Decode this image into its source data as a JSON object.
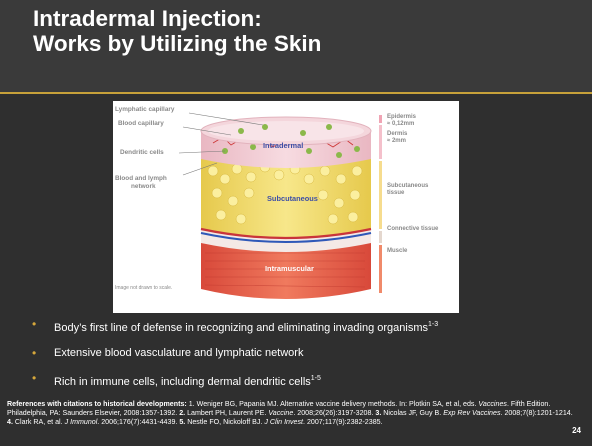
{
  "slide": {
    "title_line1": "Intradermal Injection:",
    "title_line2": "Works by Utilizing the Skin",
    "page_number": "24"
  },
  "figure": {
    "labels": {
      "lymphatic_capillary": "Lymphatic capillary",
      "blood_capillary": "Blood capillary",
      "dendritic_cells": "Dendritic cells",
      "blood_lymph_1": "Blood and lymph",
      "blood_lymph_2": "network",
      "intradermal": "Intradermal",
      "subcutaneous": "Subcutaneous",
      "intramuscular": "Intramuscular",
      "epidermis_1": "Epidermis",
      "epidermis_2": "≈ 0,12mm",
      "dermis_1": "Dermis",
      "dermis_2": "≈ 2mm",
      "subcut_tissue_1": "Subcutaneous",
      "subcut_tissue_2": "tissue",
      "connective": "Connective tissue",
      "muscle": "Muscle",
      "scale_note": "Image not drawn to scale."
    },
    "colors": {
      "dermis": "#efc7cf",
      "fat": "#f2de6c",
      "muscle": "#e8604a",
      "bracket": "#f6dc8e",
      "bracket_muscle": "#f08a6a"
    }
  },
  "bullets": {
    "b1_text": "Body’s first line of defense in recognizing and eliminating invading organisms",
    "b1_sup": "1-3",
    "b2_text": "Extensive blood vasculature and lymphatic network",
    "b3_text": "Rich in immune cells, including dermal dendritic cells",
    "b3_sup": "1-5"
  },
  "references": {
    "heading": "References with citations to historical developments:",
    "r1a": " 1. Weniger BG, Papania MJ. Alternative vaccine delivery methods. In: Plotkin SA, et al, eds. ",
    "r1_journal": "Vaccines",
    "r1b": ". Fifth Edition. Philadelphia, PA: Saunders Elsevier, 2008:1357-1392. ",
    "r2_num": "2.",
    "r2a": " Lambert PH, Laurent PE. ",
    "r2_journal": "Vaccine",
    "r2b": ". 2008;26(26):3197-3208. ",
    "r3_num": "3.",
    "r3a": " Nicolas JF, Guy B. ",
    "r3_journal": "Exp Rev Vaccines",
    "r3b": ". 2008;7(8):1201-1214. ",
    "r4_num": "4.",
    "r4a": " Clark RA, et al. ",
    "r4_journal": "J Immunol",
    "r4b": ". 2006;176(7):4431-4439. ",
    "r5_num": "5.",
    "r5a": " Nestle FO, Nickoloff BJ. ",
    "r5_journal": "J Clin Invest",
    "r5b": ". 2007;117(9):2382-2385."
  }
}
